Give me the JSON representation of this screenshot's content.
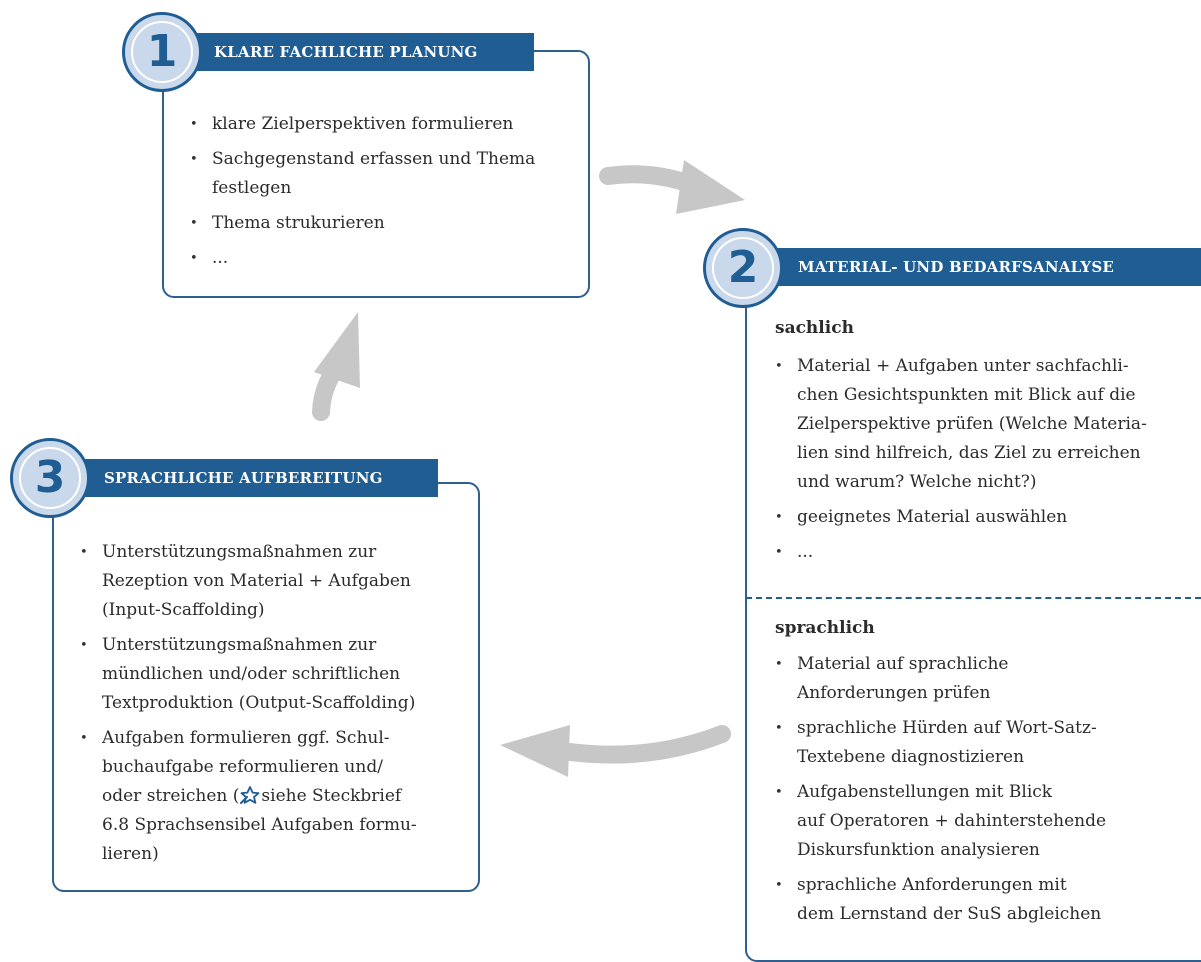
{
  "step1": {
    "number": "1",
    "title": "KLARE FACHLICHE PLANUNG",
    "items": [
      [
        "klare Zielperspektiven formulieren"
      ],
      [
        "Sachgegenstand erfassen und Thema",
        "festlegen"
      ],
      [
        "Thema strukurieren"
      ],
      [
        "..."
      ]
    ]
  },
  "step2": {
    "number": "2",
    "title": "MATERIAL- UND BEDARFSANALYSE",
    "sachlich": {
      "heading": "sachlich",
      "items": [
        [
          "Material + Aufgaben unter sachfachli-",
          "chen Gesichtspunkten mit Blick auf die",
          "Zielperspektive prüfen (Welche Materia-",
          "lien sind hilfreich, das Ziel zu erreichen",
          "und warum? Welche nicht?)"
        ],
        [
          "geeignetes Material auswählen"
        ],
        [
          "..."
        ]
      ]
    },
    "sprachlich": {
      "heading": "sprachlich",
      "items": [
        [
          "Material auf sprachliche",
          "Anforderungen prüfen"
        ],
        [
          "sprachliche Hürden auf Wort-Satz-",
          "Textebene diagnostizieren"
        ],
        [
          "Aufgabenstellungen mit Blick",
          "auf Operatoren + dahinterstehende",
          "Diskursfunktion analysieren"
        ],
        [
          "sprachliche Anforderungen mit",
          "dem Lernstand der SuS abgleichen"
        ]
      ]
    }
  },
  "step3": {
    "number": "3",
    "title": "SPRACHLICHE AUFBEREITUNG",
    "items": [
      [
        "Unterstützungsmaßnahmen zur",
        "Rezeption von Material + Aufgaben",
        "(Input-Scaffolding)"
      ],
      [
        "Unterstützungsmaßnahmen zur",
        "mündlichen und/oder schriftlichen",
        "Textproduktion (Output-Scaffolding)"
      ],
      [
        "Aufgaben formulieren ggf. Schul-",
        "buchaufgabe reformulieren und/",
        "oder streichen ("
      ],
      [
        "6.8 Sprachsensibel Aufgaben formu-",
        "lieren)"
      ]
    ],
    "ref_text": "siehe Steckbrief",
    "ref_icon": "pin-star-icon"
  },
  "colors": {
    "accent": "#1f5d93",
    "circle_fill": "#c9d8ea",
    "arrow": "#c7c7c7"
  }
}
